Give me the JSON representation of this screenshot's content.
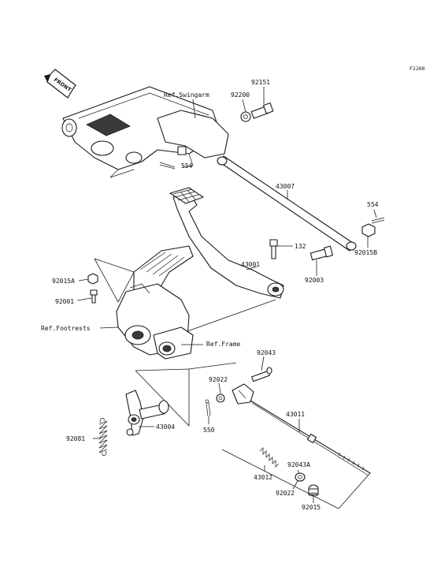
{
  "figure_code": "F2260",
  "front_arrow": "FRONT",
  "labels": {
    "ref_swingarm": "Ref.Swingarm",
    "ref_footrests": "Ref.Footrests",
    "ref_frame": "Ref.Frame",
    "p92151": "92151",
    "p92200": "92200",
    "p554_top": "554",
    "p43007": "43007",
    "p554_right": "554",
    "p92015B": "92015B",
    "p132": "132",
    "p43001": "43001",
    "p92003": "92003",
    "p92015A": "92015A",
    "p92001": "92001",
    "p92043": "92043",
    "p92022_a": "92022",
    "p43011": "43011",
    "p43004": "43004",
    "p550": "550",
    "p92081": "92081",
    "p92043A": "92043A",
    "p43012": "43012",
    "p92022_b": "92022",
    "p92015": "92015"
  }
}
